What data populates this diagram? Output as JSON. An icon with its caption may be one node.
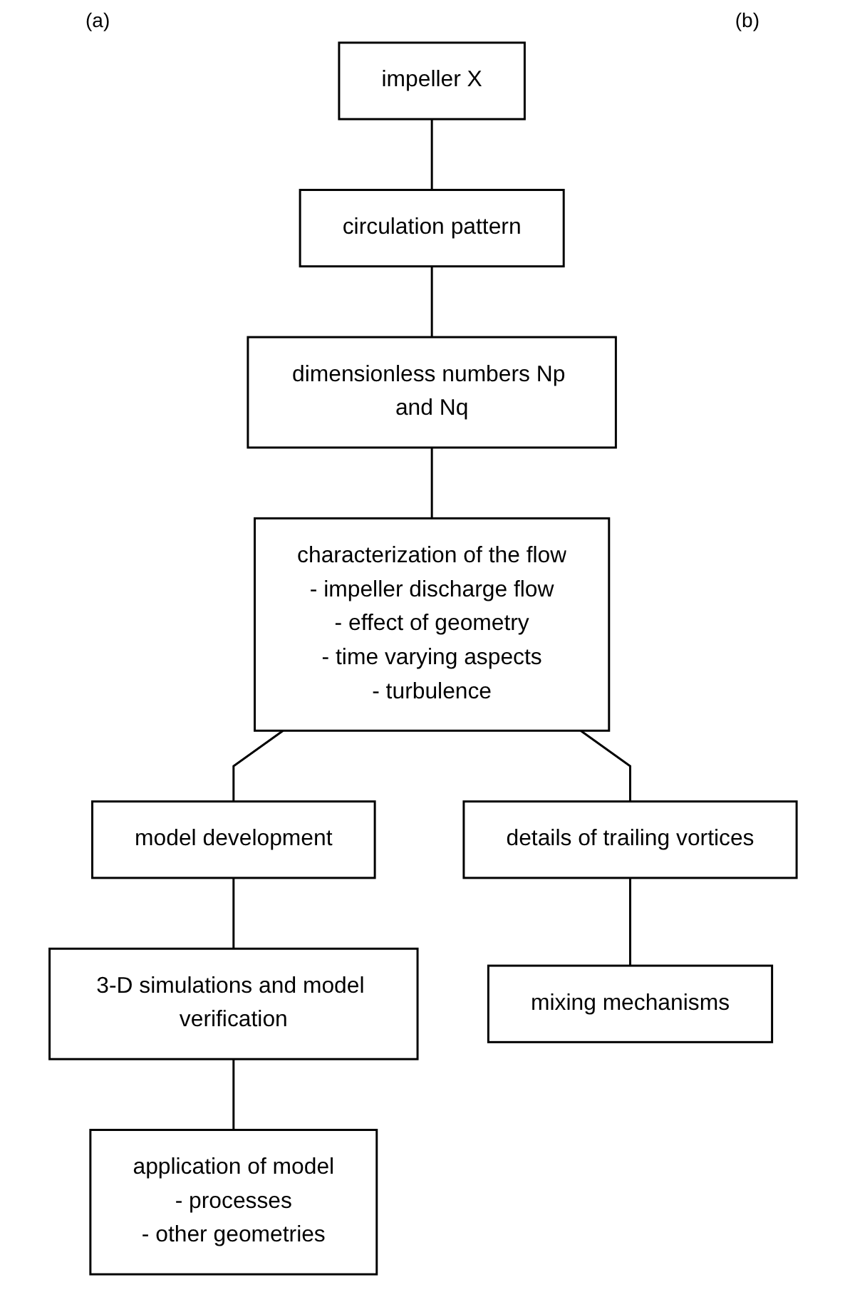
{
  "diagram": {
    "nodes": [
      {
        "text": [
          "impeller X"
        ]
      },
      {
        "text": [
          "circulation pattern"
        ]
      },
      {
        "text": [
          "dimensionless numbers Np and Nq"
        ]
      },
      {
        "text": [
          "characterization of the flow",
          "- impeller discharge flow",
          "- effect of geometry",
          "- time varying aspects",
          "- turbulence"
        ]
      },
      {
        "text": [
          "model development"
        ]
      },
      {
        "text": [
          "3-D simulations and model verification"
        ]
      },
      {
        "text": [
          "application of model",
          "- processes",
          "- other geometries"
        ]
      },
      {
        "text": [
          "details of trailing vortices"
        ]
      },
      {
        "text": [
          "mixing mechanisms"
        ]
      }
    ],
    "edges": [
      {
        "from": 0,
        "to": 1,
        "arrow": "none"
      },
      {
        "from": 1,
        "to": 2,
        "arrow": "none"
      },
      {
        "from": 2,
        "to": 3,
        "arrow": "none"
      },
      {
        "from": 3,
        "to": 4,
        "arrow": "none"
      },
      {
        "from": 3,
        "to": 7,
        "arrow": "none"
      },
      {
        "from": 4,
        "to": 5,
        "arrow": "none"
      },
      {
        "from": 5,
        "to": 6,
        "arrow": "none"
      },
      {
        "from": 7,
        "to": 8,
        "arrow": "none"
      }
    ],
    "labels": [
      "(a)",
      "(b)"
    ]
  }
}
